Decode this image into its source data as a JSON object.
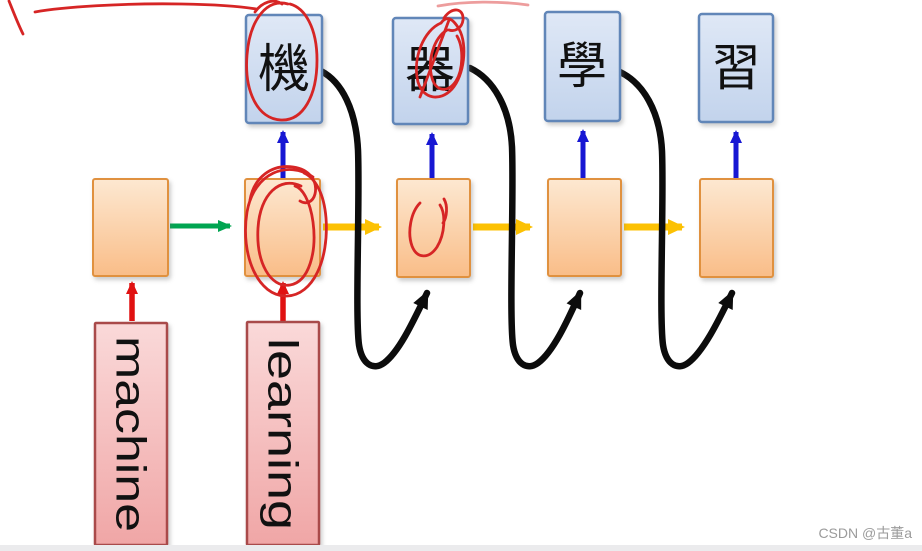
{
  "diagram_type": "seq2seq-rnn-translation",
  "output_row": {
    "tokens": [
      {
        "label": "機"
      },
      {
        "label": "器"
      },
      {
        "label": "學"
      },
      {
        "label": "習"
      }
    ]
  },
  "rnn_cells": {
    "count": 5
  },
  "input_row": {
    "tokens": [
      {
        "label": "machine"
      },
      {
        "label": "learning"
      }
    ]
  },
  "colors": {
    "output_box_fill_top": "#dfe8f6",
    "output_box_fill_bottom": "#c2d3ec",
    "output_box_border": "#6186b8",
    "cell_fill_top": "#fde8d1",
    "cell_fill_bottom": "#f9bd88",
    "cell_border": "#e0913f",
    "input_box_fill_top": "#fad9d9",
    "input_box_fill_bottom": "#f0a6a6",
    "input_box_border": "#a94a4a",
    "arrow_blue": "#1717d3",
    "arrow_red": "#e01111",
    "arrow_green": "#00a551",
    "arrow_yellow": "#fcc103",
    "arrow_black": "#0c0c0c",
    "pen_red": "#d62525",
    "text_black": "#111111",
    "bottom_strip": "#ebebed"
  },
  "watermark": {
    "text": "CSDN @古董a",
    "color": "#9b9b9b"
  }
}
